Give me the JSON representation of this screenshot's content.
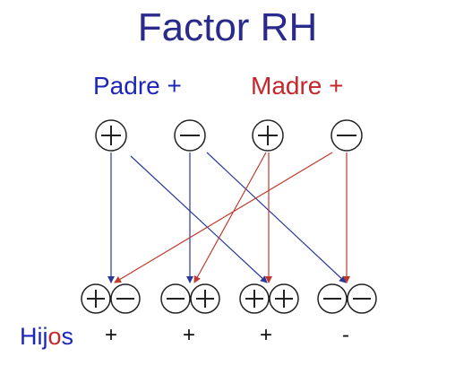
{
  "title": "Factor RH",
  "padre_label": "Padre +",
  "madre_label": "Madre +",
  "parents": [
    {
      "name": "padre-allele-1",
      "sign": "+"
    },
    {
      "name": "padre-allele-2",
      "sign": "-"
    },
    {
      "name": "madre-allele-1",
      "sign": "+"
    },
    {
      "name": "madre-allele-2",
      "sign": "-"
    }
  ],
  "children_pairs": [
    [
      "+",
      "-"
    ],
    [
      "-",
      "+"
    ],
    [
      "+",
      "+"
    ],
    [
      "-",
      "-"
    ]
  ],
  "hijos_label": {
    "part1": "Hij",
    "part2": "o",
    "part3": "s"
  },
  "children_signs": [
    "+",
    "+",
    "+",
    "-"
  ],
  "colors": {
    "title": "#2a2a8c",
    "padre": "#1d26b8",
    "madre": "#c4262b",
    "padre_arrow": "#2b3a9a",
    "madre_arrow": "#c0392b"
  }
}
